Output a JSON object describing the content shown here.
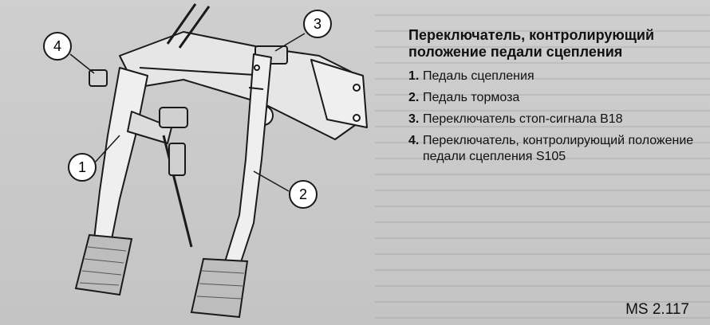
{
  "caption": {
    "title": "Переключатель, контролирующий положение педали сцепления",
    "items": [
      {
        "num": "1",
        "text": "Педаль сцепления"
      },
      {
        "num": "2",
        "text": "Педаль тормоза"
      },
      {
        "num": "3",
        "text": "Переключатель стоп-сигнала B18"
      },
      {
        "num": "4",
        "text": "Переключатель, контролирующий положение педали сцепления S105"
      }
    ]
  },
  "figure": {
    "code": "MS 2.117",
    "callouts": [
      "1",
      "2",
      "3",
      "4"
    ]
  },
  "colors": {
    "background": "#c9c9c9",
    "line": "#1a1a1a",
    "callout_fill": "#ffffff"
  }
}
